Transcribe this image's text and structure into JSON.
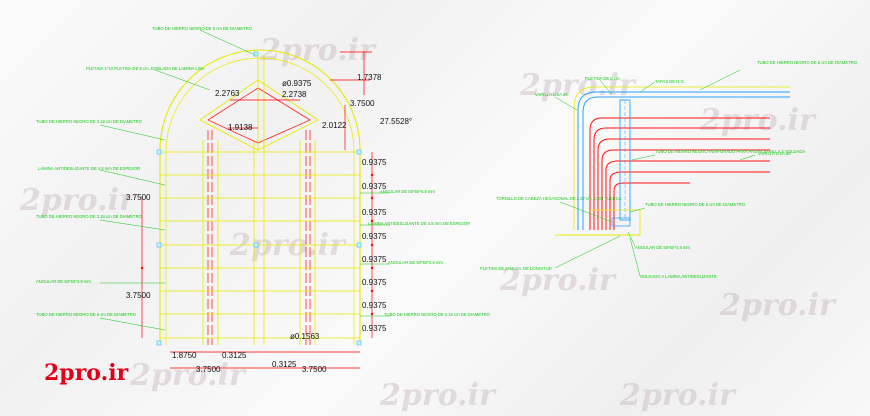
{
  "colors": {
    "outline": "#e8e800",
    "dimension": "#ff0000",
    "label": "#10c810",
    "pipe_blue": "#2aa0ff",
    "text": "#111111"
  },
  "watermark": "2pro.ir",
  "logo": "2pro.ir",
  "left_view": {
    "labels": {
      "top_tube": "TUBO DE HIERRO NEGRO DE 5 cm DE DIAMETRO",
      "plate_fold": "PLETINA 1*10 PLETINA DE 8 cm. DOBLADA DE LAMINA LISA",
      "tube_318_top": "TUBO DE HIERRO NEGRO DE 3.18 cm DE DIAMETRO",
      "lamina_antideslizante": "LAMINA ANTIDESLIZANTE DE 4.8 mm DE ESPESOR",
      "tube_318_mid": "TUBO DE HIERRO NEGRO DE 3.18 cm DE DIAMETRO",
      "angular_left": "ANGULAR DE 50*50*4.8 mm",
      "tube_5_bottom": "TUBO DE HIERRO NEGRO DE 5 cm DE DIAMETRO",
      "angular_right_1": "ANGULAR DE 50*50*4.8 mm",
      "lamina_right": "LAMINA ANTIDESLIZANTE DE 4.8 mm DE ESPESOR",
      "angular_right_2": "ANGULAR DE 50*50*4.8 mm",
      "tube_318_right": "TUBO DE HIERRO NEGRO DE 3.18 cm DE DIAMETRO"
    },
    "dims": {
      "d1": "1.7378",
      "d2": "ø0.9375",
      "d3": "2.2763",
      "d4": "2.2738",
      "d5": "3.7500",
      "d6": "2.0122",
      "d7": "1.9138",
      "angle": "27.5528°",
      "v0": "0.9375",
      "v1": "0.9375",
      "v2": "0.9375",
      "v3": "0.9375",
      "v4": "0.9375",
      "v5": "0.9375",
      "v6": "0.9375",
      "v7": "0.9375",
      "h_left1": "3.7500",
      "h_left2": "3.7500",
      "b1": "1.8750",
      "b2": "0.3125",
      "b3": "0.3125",
      "b4": "3.7500",
      "b5": "3.7500",
      "small": "ø0.1563"
    }
  },
  "right_view": {
    "labels": {
      "top_tube": "TUBO DE HIERRO NEGRO DE 5 cm DE DIAMETRO",
      "pletina": "PLETINA DE 8 cm.",
      "tapas": "TAPAS DE H.G.",
      "varilla_lisa_left": "VARILLA LISA ø4",
      "tube_perf": "TUBO DE HIERRO NEGRO PERFORADO PARA PASAR VARILLA Y SOLDADA",
      "varilla_lisa_right": "VARILLA LISA ø4",
      "tornillo": "TORNILLO DE CABEZA HEXAGONAL DE 1.27 cm. CON TUERCA",
      "tube_bottom": "TUBO DE HIERRO NEGRO DE 5 cm DE DIAMETRO",
      "angular": "ANGULAR DE 50*50*4.8 mm",
      "pletina_5x10": "PLETINA DE 5*10 cm. DE LONGITUD",
      "soldado": "SOLDADO A LAMINA ANTIDESLIZANTE"
    }
  }
}
